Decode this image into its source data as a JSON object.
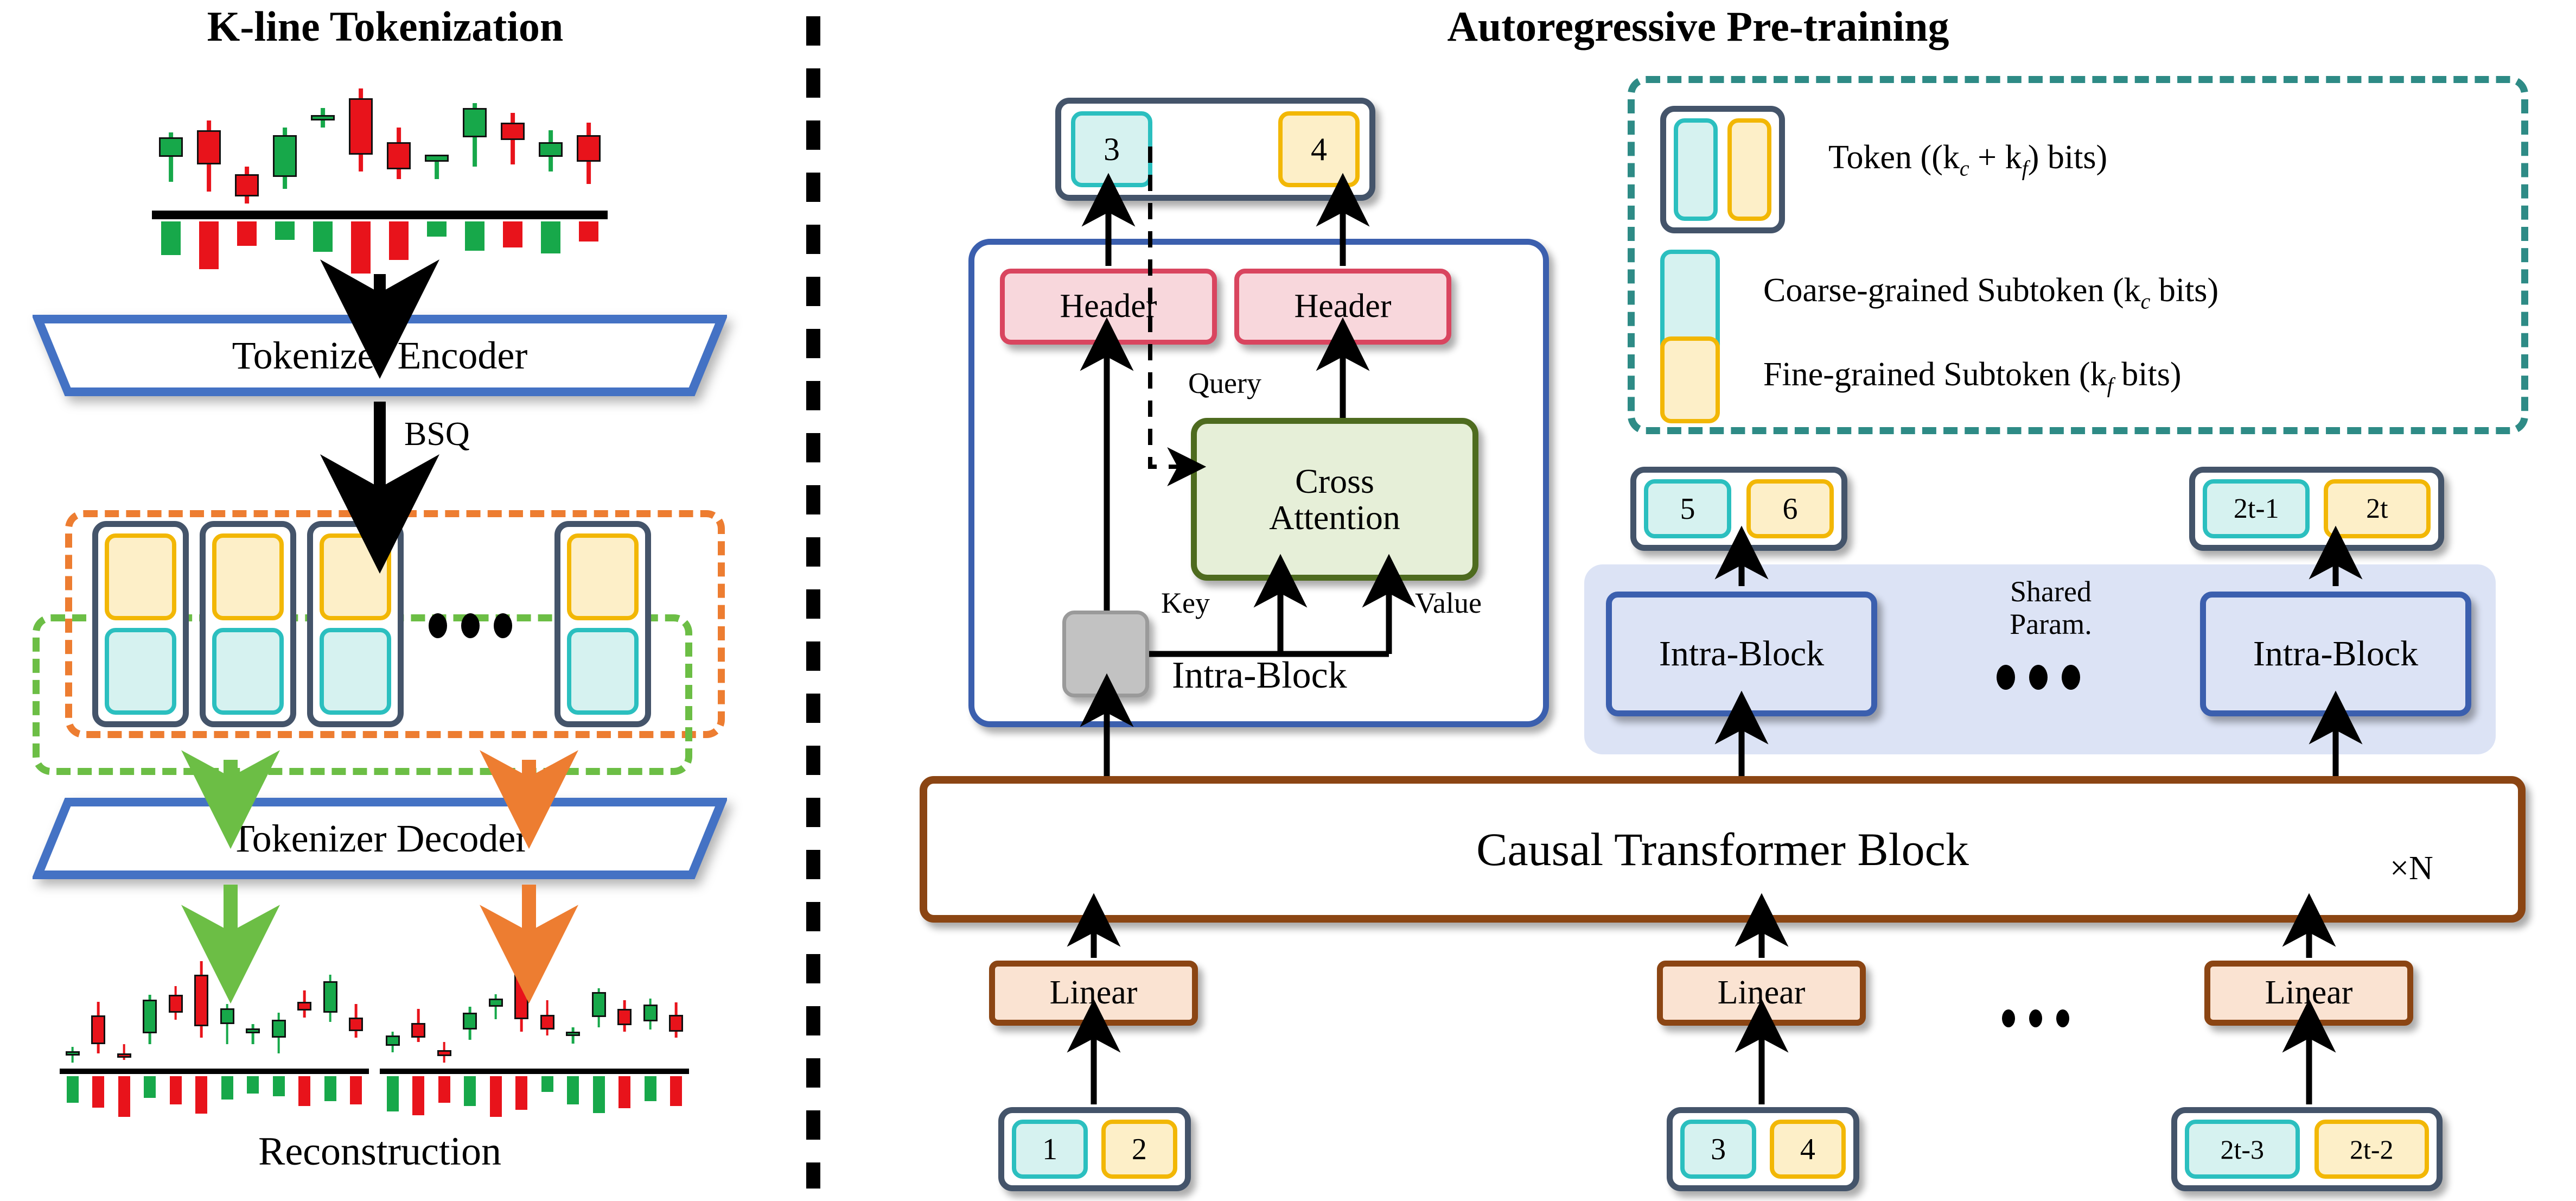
{
  "panels": {
    "left_title": "K-line Tokenization",
    "right_title": "Autoregressive Pre-training"
  },
  "left": {
    "encoder_label": "Tokenizer Encoder",
    "bsq_label": "BSQ",
    "decoder_label": "Tokenizer Decoder",
    "reconstruction_label": "Reconstruction",
    "ellipsis": "• • •"
  },
  "right": {
    "output_token": {
      "coarse": "3",
      "fine": "4"
    },
    "header_left": "Header",
    "header_right": "Header",
    "cross_attention_line1": "Cross",
    "cross_attention_line2": "Attention",
    "query_label": "Query",
    "key_label": "Key",
    "value_label": "Value",
    "intra_block_label": "Intra-Block",
    "shared_param_line1": "Shared",
    "shared_param_line2": "Param.",
    "causal_block_label": "Causal Transformer Block",
    "repeat_label": "×N",
    "linear_label": "Linear",
    "output_tokens": [
      {
        "coarse": "5",
        "fine": "6"
      },
      {
        "coarse": "2t-1",
        "fine": "2t"
      }
    ],
    "input_tokens": [
      {
        "coarse": "1",
        "fine": "2"
      },
      {
        "coarse": "3",
        "fine": "4"
      },
      {
        "coarse": "2t-3",
        "fine": "2t-2"
      }
    ],
    "intra_blocks": [
      "Intra-Block",
      "Intra-Block"
    ]
  },
  "legend": {
    "items": [
      {
        "swatch": "token",
        "text": "Token ((k",
        "sub1": "c",
        "mid": " + k",
        "sub2": "f",
        "tail": ") bits)"
      },
      {
        "swatch": "coarse",
        "text": "Coarse-grained Subtoken (k",
        "sub1": "c",
        "mid": "",
        "sub2": "",
        "tail": " bits)"
      },
      {
        "swatch": "fine",
        "text": "Fine-grained Subtoken (k",
        "sub1": "f",
        "mid": "",
        "sub2": "",
        "tail": " bits)"
      }
    ],
    "token_label_full": "Token ((kc + kf) bits)",
    "coarse_label_full": "Coarse-grained Subtoken (kc bits)",
    "fine_label_full": "Fine-grained Subtoken (kf bits)"
  },
  "colors": {
    "token_border": "#44546A",
    "coarse_border": "#2BBFBF",
    "coarse_fill": "#D6F2F0",
    "fine_border": "#F2B705",
    "fine_fill": "#FDEFC8",
    "header_border": "#D9455F",
    "header_fill": "#F8D7DC",
    "xattn_border": "#4E6B1F",
    "xattn_fill": "#E6EFD8",
    "intra_border": "#3B5FAE",
    "intra_fill": "#DCE3F5",
    "causal_border": "#8B4513",
    "linear_fill": "#FAE3D2",
    "dash_orange": "#ED7D31",
    "dash_green": "#6CBE45",
    "dash_teal": "#2E8B86",
    "trapezoid_border": "#4472C4",
    "candle_up": "#17A84A",
    "candle_down": "#E8131B"
  },
  "chart_data": {
    "type": "candlestick",
    "title": "K-line Tokenization",
    "source_series": {
      "candles": [
        {
          "o": 56,
          "h": 76,
          "l": 36,
          "c": 72,
          "dir": "up"
        },
        {
          "o": 78,
          "h": 86,
          "l": 28,
          "c": 50,
          "dir": "down"
        },
        {
          "o": 42,
          "h": 48,
          "l": 18,
          "c": 24,
          "dir": "down"
        },
        {
          "o": 40,
          "h": 80,
          "l": 30,
          "c": 74,
          "dir": "up"
        },
        {
          "o": 86,
          "h": 96,
          "l": 80,
          "c": 90,
          "dir": "up"
        },
        {
          "o": 104,
          "h": 112,
          "l": 44,
          "c": 58,
          "dir": "down"
        },
        {
          "o": 68,
          "h": 80,
          "l": 38,
          "c": 46,
          "dir": "down"
        },
        {
          "o": 52,
          "h": 58,
          "l": 38,
          "c": 58,
          "dir": "up"
        },
        {
          "o": 72,
          "h": 100,
          "l": 48,
          "c": 96,
          "dir": "up"
        },
        {
          "o": 84,
          "h": 92,
          "l": 50,
          "c": 70,
          "dir": "down"
        },
        {
          "o": 56,
          "h": 78,
          "l": 44,
          "c": 68,
          "dir": "up"
        },
        {
          "o": 74,
          "h": 84,
          "l": 34,
          "c": 52,
          "dir": "down"
        }
      ],
      "volumes": [
        {
          "v": 44,
          "dir": "up"
        },
        {
          "v": 62,
          "dir": "down"
        },
        {
          "v": 32,
          "dir": "down"
        },
        {
          "v": 24,
          "dir": "up"
        },
        {
          "v": 40,
          "dir": "up"
        },
        {
          "v": 68,
          "dir": "down"
        },
        {
          "v": 50,
          "dir": "down"
        },
        {
          "v": 20,
          "dir": "up"
        },
        {
          "v": 38,
          "dir": "up"
        },
        {
          "v": 34,
          "dir": "down"
        },
        {
          "v": 42,
          "dir": "up"
        },
        {
          "v": 26,
          "dir": "down"
        }
      ]
    },
    "recon_left": {
      "candles": [
        {
          "o": 24,
          "h": 32,
          "l": 18,
          "c": 28,
          "dir": "up"
        },
        {
          "o": 60,
          "h": 72,
          "l": 26,
          "c": 34,
          "dir": "down"
        },
        {
          "o": 26,
          "h": 34,
          "l": 20,
          "c": 24,
          "dir": "down"
        },
        {
          "o": 44,
          "h": 78,
          "l": 34,
          "c": 74,
          "dir": "up"
        },
        {
          "o": 78,
          "h": 86,
          "l": 56,
          "c": 62,
          "dir": "down"
        },
        {
          "o": 96,
          "h": 108,
          "l": 40,
          "c": 50,
          "dir": "down"
        },
        {
          "o": 52,
          "h": 70,
          "l": 34,
          "c": 66,
          "dir": "up"
        },
        {
          "o": 44,
          "h": 52,
          "l": 34,
          "c": 48,
          "dir": "up"
        },
        {
          "o": 40,
          "h": 62,
          "l": 26,
          "c": 56,
          "dir": "up"
        },
        {
          "o": 72,
          "h": 82,
          "l": 58,
          "c": 64,
          "dir": "down"
        },
        {
          "o": 62,
          "h": 96,
          "l": 54,
          "c": 90,
          "dir": "up"
        },
        {
          "o": 58,
          "h": 70,
          "l": 40,
          "c": 46,
          "dir": "down"
        }
      ],
      "volumes": [
        {
          "v": 34,
          "dir": "up"
        },
        {
          "v": 40,
          "dir": "down"
        },
        {
          "v": 52,
          "dir": "down"
        },
        {
          "v": 28,
          "dir": "up"
        },
        {
          "v": 36,
          "dir": "down"
        },
        {
          "v": 48,
          "dir": "down"
        },
        {
          "v": 30,
          "dir": "up"
        },
        {
          "v": 22,
          "dir": "up"
        },
        {
          "v": 26,
          "dir": "up"
        },
        {
          "v": 38,
          "dir": "down"
        },
        {
          "v": 32,
          "dir": "up"
        },
        {
          "v": 36,
          "dir": "down"
        }
      ]
    },
    "recon_right": {
      "candles": [
        {
          "o": 30,
          "h": 44,
          "l": 24,
          "c": 40,
          "dir": "up"
        },
        {
          "o": 52,
          "h": 66,
          "l": 34,
          "c": 38,
          "dir": "down"
        },
        {
          "o": 26,
          "h": 34,
          "l": 14,
          "c": 20,
          "dir": "down"
        },
        {
          "o": 46,
          "h": 68,
          "l": 36,
          "c": 62,
          "dir": "up"
        },
        {
          "o": 68,
          "h": 80,
          "l": 56,
          "c": 76,
          "dir": "up"
        },
        {
          "o": 100,
          "h": 112,
          "l": 44,
          "c": 56,
          "dir": "down"
        },
        {
          "o": 60,
          "h": 74,
          "l": 40,
          "c": 46,
          "dir": "down"
        },
        {
          "o": 40,
          "h": 48,
          "l": 32,
          "c": 44,
          "dir": "up"
        },
        {
          "o": 58,
          "h": 86,
          "l": 48,
          "c": 82,
          "dir": "up"
        },
        {
          "o": 66,
          "h": 74,
          "l": 44,
          "c": 50,
          "dir": "down"
        },
        {
          "o": 54,
          "h": 76,
          "l": 46,
          "c": 70,
          "dir": "up"
        },
        {
          "o": 60,
          "h": 72,
          "l": 38,
          "c": 44,
          "dir": "down"
        }
      ],
      "volumes": [
        {
          "v": 40,
          "dir": "up"
        },
        {
          "v": 44,
          "dir": "down"
        },
        {
          "v": 30,
          "dir": "down"
        },
        {
          "v": 34,
          "dir": "up"
        },
        {
          "v": 46,
          "dir": "down"
        },
        {
          "v": 38,
          "dir": "down"
        },
        {
          "v": 18,
          "dir": "up"
        },
        {
          "v": 32,
          "dir": "up"
        },
        {
          "v": 42,
          "dir": "up"
        },
        {
          "v": 36,
          "dir": "down"
        },
        {
          "v": 28,
          "dir": "up"
        },
        {
          "v": 34,
          "dir": "down"
        }
      ]
    }
  }
}
